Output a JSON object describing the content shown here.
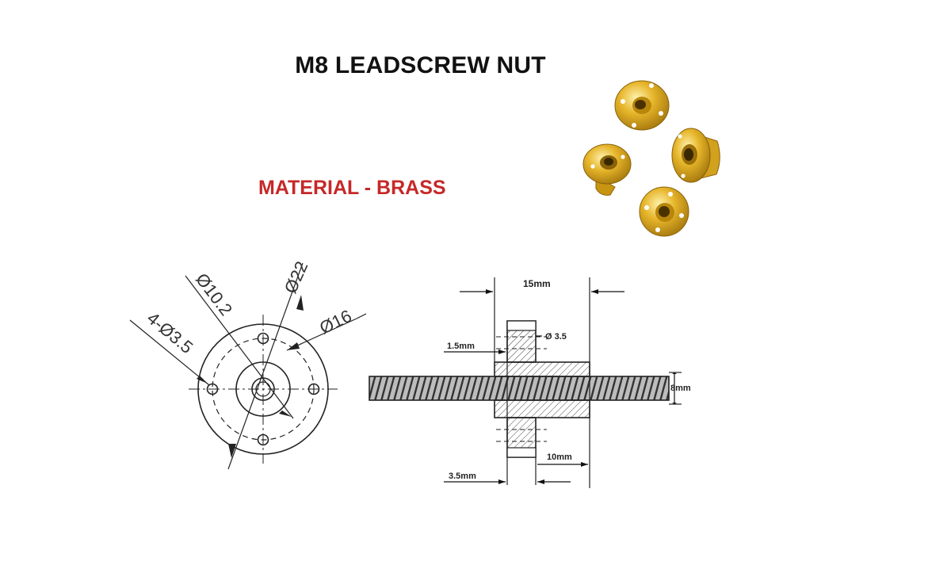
{
  "title": "M8 LEADSCREW NUT",
  "material": "MATERIAL - BRASS",
  "colors": {
    "material_text": "#c62828",
    "brass": "#d8a81c",
    "line": "#222222"
  },
  "front_view": {
    "labels": {
      "d22": "Ø22",
      "d10_2": "Ø10.2",
      "d16": "Ø16",
      "holes": "4-Ø3.5"
    }
  },
  "side_view": {
    "labels": {
      "width": "15mm",
      "hole": "Ø 3.5",
      "flange_offset": "1.5mm",
      "screw": "8mm",
      "body": "10mm",
      "flange": "3.5mm"
    }
  }
}
